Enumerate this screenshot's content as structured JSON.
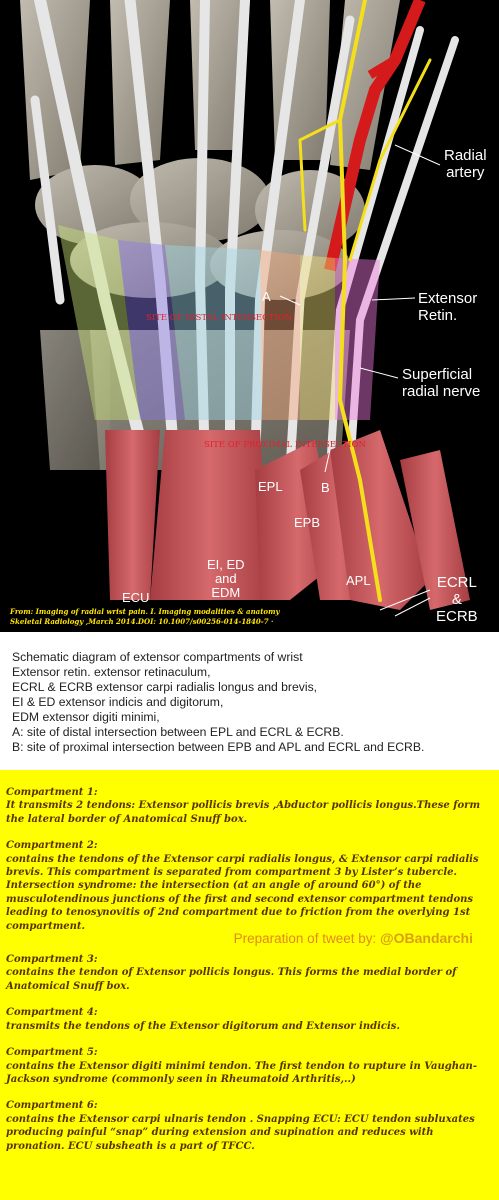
{
  "illustration": {
    "labels": {
      "radial_artery": "Radial\nartery",
      "extensor_retin": "Extensor\nRetin.",
      "superficial_radial_nerve": "Superficial\nradial nerve",
      "ecrl_ecrb": "ECRL\n&\nECRB",
      "label_a": "A",
      "label_b": "B",
      "epl": "EPL",
      "epb": "EPB",
      "apl": "APL",
      "ei_ed_edm": "EI, ED\nand\nEDM",
      "ecu": "ECU",
      "site_distal": "SITE OF DISTAL INTERSECTION",
      "site_proximal": "SITE OF PROXIMAL INTERSECTION"
    },
    "citation": {
      "line1": "From: Imaging of radial wrist pain. I. Imaging modalities & anatomy",
      "line2": "Skeletal Radiology ,March 2014.DOI: 10.1007/s00256-014-1840-7 ·"
    },
    "colors": {
      "tendon": "#e5e5e5",
      "muscle": "#c8585c",
      "nerve": "#f4df1a",
      "artery": "#d41a1a",
      "bone": "#bcb5a6"
    }
  },
  "caption": {
    "lines": [
      "Schematic diagram of extensor compartments of wrist",
      "Extensor retin. extensor retinaculum,",
      "ECRL & ECRB extensor carpi radialis longus and brevis,",
      "EI & ED extensor indicis and digitorum,",
      "EDM extensor digiti minimi,",
      "A: site of distal intersection between EPL and ECRL & ECRB.",
      "B: site of proximal intersection between EPB and APL and ECRL and ECRB."
    ]
  },
  "notes": {
    "tweet_prefix": "Preparation of tweet by: ",
    "tweet_handle": "@OBandarchi",
    "compartments": [
      {
        "title": "Compartment 1:",
        "text": "It transmits 2 tendons: Extensor pollicis brevis ,Abductor pollicis longus.These form the lateral border of Anatomical Snuff box."
      },
      {
        "title": "Compartment 2:",
        "text": "contains the tendons of the Extensor carpi radialis longus, & Extensor carpi radialis brevis. This compartment is separated from compartment 3 by Lister’s tubercle. Intersection syndrome: the intersection (at an angle of around 60°) of the musculotendinous junctions of the first and second extensor compartment tendons leading to tenosynovitis of 2nd compartment due to friction from the overlying 1st compartment."
      },
      {
        "title": "Compartment 3:",
        "text": "contains the tendon of Extensor pollicis longus. This forms the medial border of Anatomical Snuff box."
      },
      {
        "title": "Compartment 4:",
        "text": "transmits the tendons of the Extensor digitorum and Extensor indicis."
      },
      {
        "title": "Compartment 5:",
        "text": "contains the Extensor digiti minimi tendon. The first tendon to rupture in Vaughan-Jackson syndrome (commonly seen in Rheumatoid Arthritis,..)"
      },
      {
        "title": "Compartment 6:",
        "text": "contains the Extensor carpi ulnaris tendon . Snapping ECU: ECU tendon subluxates producing painful “snap” during extension and supination and reduces with pronation. ECU subsheath is a part of TFCC."
      }
    ]
  }
}
